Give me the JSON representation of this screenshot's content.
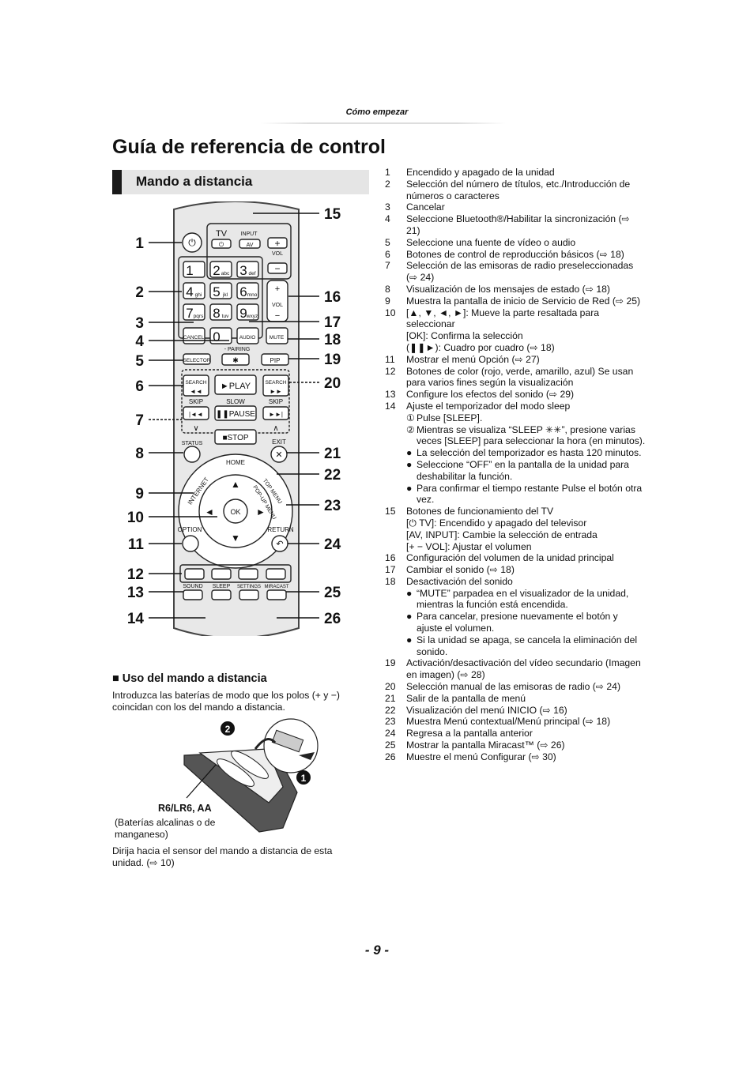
{
  "header": {
    "section": "Cómo empezar"
  },
  "title": "Guía de referencia de control",
  "section_title": "Mando a distancia",
  "callouts": [
    "1",
    "2",
    "3",
    "4",
    "5",
    "6",
    "7",
    "8",
    "9",
    "10",
    "11",
    "12",
    "13",
    "14",
    "15",
    "16",
    "17",
    "18",
    "19",
    "20",
    "21",
    "22",
    "23",
    "24",
    "25",
    "26"
  ],
  "remote": {
    "tv": "TV",
    "input": "INPUT",
    "av": "AV",
    "vol": "VOL",
    "digits": [
      "1",
      "2",
      "3",
      "4",
      "5",
      "6",
      "7",
      "8",
      "9",
      "0"
    ],
    "letters": [
      "",
      "abc",
      "def",
      "ghi",
      "jkl",
      "mno",
      "pqrs",
      "tuv",
      "wxyz"
    ],
    "cancel": "CANCEL",
    "audio": "AUDIO",
    "mute": "MUTE",
    "pairing": "- PAIRING",
    "selector": "SELECTOR",
    "pip": "PIP",
    "search": "SEARCH",
    "play": "PLAY",
    "skip": "SKIP",
    "slow": "SLOW",
    "pause": "PAUSE",
    "stop": "STOP",
    "status": "STATUS",
    "exit": "EXIT",
    "home": "HOME",
    "internet": "INTERNET",
    "top_menu": "TOP MENU",
    "popup_menu": "POP-UP MENU",
    "ok": "OK",
    "option": "OPTION",
    "return": "RETURN",
    "sound": "SOUND",
    "sleep": "SLEEP",
    "settings": "SETTINGS",
    "miracast": "MIRACAST"
  },
  "items": [
    {
      "n": "1",
      "t": "Encendido y apagado de la unidad"
    },
    {
      "n": "2",
      "t": "Selección del número de títulos, etc./Introducción de números o caracteres"
    },
    {
      "n": "3",
      "t": "Cancelar"
    },
    {
      "n": "4",
      "t": "Seleccione Bluetooth®/Habilitar la sincronización (⇨ 21)"
    },
    {
      "n": "5",
      "t": "Seleccione una fuente de vídeo o audio"
    },
    {
      "n": "6",
      "t": "Botones de control de reproducción básicos (⇨ 18)"
    },
    {
      "n": "7",
      "t": "Selección de las emisoras de radio preseleccionadas (⇨ 24)"
    },
    {
      "n": "8",
      "t": "Visualización de los mensajes de estado (⇨ 18)"
    },
    {
      "n": "9",
      "t": "Muestra la pantalla de inicio de Servicio de Red (⇨ 25)"
    },
    {
      "n": "10",
      "t": "[▲, ▼, ◄, ►]: Mueve la parte resaltada para seleccionar"
    },
    {
      "n": "",
      "t": "[OK]: Confirma la selección"
    },
    {
      "n": "",
      "t": "(❚❚►): Cuadro por cuadro (⇨ 18)"
    },
    {
      "n": "11",
      "t": "Mostrar el menú Opción (⇨ 27)"
    },
    {
      "n": "12",
      "t": "Botones de color (rojo, verde, amarillo, azul) Se usan para varios fines según la visualización"
    },
    {
      "n": "13",
      "t": "Configure los efectos del sonido (⇨ 29)"
    },
    {
      "n": "14",
      "t": "Ajuste el temporizador del modo sleep"
    },
    {
      "n": "",
      "m": "①",
      "t": "Pulse [SLEEP]."
    },
    {
      "n": "",
      "m": "②",
      "t": "Mientras se visualiza “SLEEP ✳✳”, presione varias veces [SLEEP] para seleccionar la hora (en minutos)."
    },
    {
      "n": "",
      "b": "●",
      "t": "La selección del temporizador es hasta 120 minutos."
    },
    {
      "n": "",
      "b": "●",
      "t": "Seleccione “OFF” en la pantalla de la unidad para deshabilitar la función."
    },
    {
      "n": "",
      "b": "●",
      "t": "Para confirmar el tiempo restante Pulse el botón otra vez."
    },
    {
      "n": "15",
      "t": "Botones de funcionamiento del TV"
    },
    {
      "n": "",
      "t": "[⏻ TV]: Encendido y apagado del televisor"
    },
    {
      "n": "",
      "t": "[AV, INPUT]: Cambie la selección de entrada"
    },
    {
      "n": "",
      "t": "[+ − VOL]: Ajustar el volumen"
    },
    {
      "n": "16",
      "t": "Configuración del volumen de la unidad principal"
    },
    {
      "n": "17",
      "t": "Cambiar el sonido (⇨ 18)"
    },
    {
      "n": "18",
      "t": "Desactivación del sonido"
    },
    {
      "n": "",
      "b": "●",
      "t": "“MUTE” parpadea en el visualizador de la unidad, mientras la función está encendida."
    },
    {
      "n": "",
      "b": "●",
      "t": "Para cancelar, presione nuevamente el botón y ajuste el volumen."
    },
    {
      "n": "",
      "b": "●",
      "t": "Si la unidad se apaga, se cancela la eliminación del sonido."
    },
    {
      "n": "19",
      "t": "Activación/desactivación del vídeo secundario (Imagen en imagen) (⇨ 28)"
    },
    {
      "n": "20",
      "t": "Selección manual de las emisoras de radio (⇨ 24)"
    },
    {
      "n": "21",
      "t": "Salir de la pantalla de menú"
    },
    {
      "n": "22",
      "t": "Visualización del menú INICIO (⇨ 16)"
    },
    {
      "n": "23",
      "t": "Muestra Menú contextual/Menú principal (⇨ 18)"
    },
    {
      "n": "24",
      "t": "Regresa a la pantalla anterior"
    },
    {
      "n": "25",
      "t": "Mostrar la pantalla Miracast™ (⇨ 26)"
    },
    {
      "n": "26",
      "t": "Muestre el menú Configurar (⇨ 30)"
    }
  ],
  "usage": {
    "heading": "■  Uso del mando a distancia",
    "text": "Introduzca las baterías de modo que los polos (+ y −) coincidan con los del mando a distancia.",
    "step1": "1",
    "step2": "2",
    "battery_label": "R6/LR6, AA",
    "battery_note": "(Baterías alcalinas o de manganeso)",
    "sensor_note": "Dirija hacia el sensor del mando a distancia de esta unidad. (⇨ 10)"
  },
  "page_number": "- 9 -"
}
